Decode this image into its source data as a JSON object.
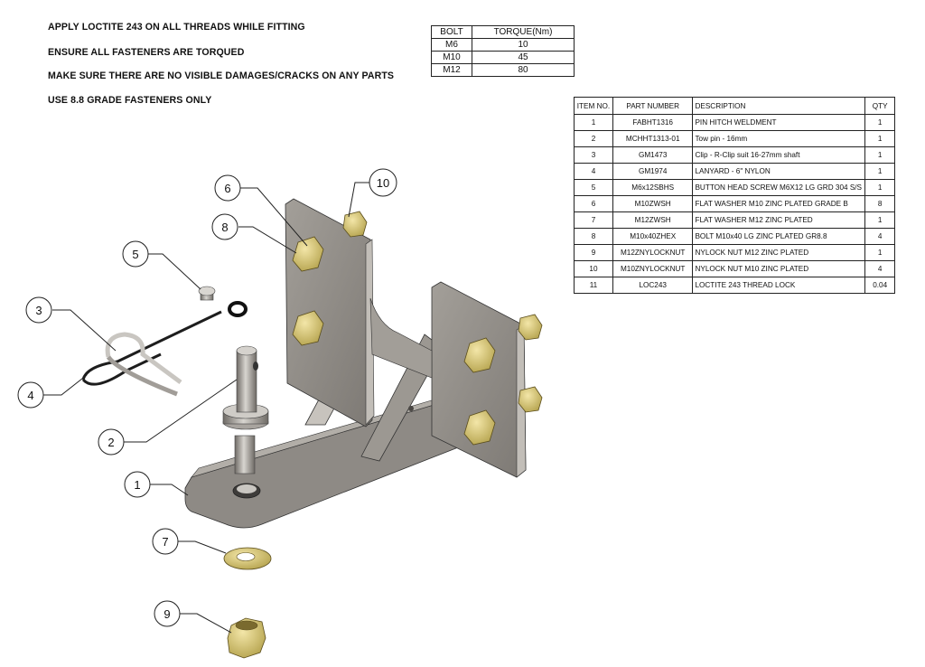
{
  "notes": [
    "APPLY LOCTITE 243 ON ALL THREADS WHILE FITTING",
    "ENSURE ALL FASTENERS ARE TORQUED",
    "MAKE SURE THERE ARE NO VISIBLE DAMAGES/CRACKS ON ANY PARTS",
    "USE 8.8 GRADE FASTENERS ONLY"
  ],
  "torque_table": {
    "headers": [
      "BOLT",
      "TORQUE(Nm)"
    ],
    "rows": [
      [
        "M6",
        "10"
      ],
      [
        "M10",
        "45"
      ],
      [
        "M12",
        "80"
      ]
    ]
  },
  "bom": {
    "headers": [
      "ITEM NO.",
      "PART NUMBER",
      "DESCRIPTION",
      "QTY"
    ],
    "rows": [
      [
        "1",
        "FABHT1316",
        "PIN HITCH WELDMENT",
        "1"
      ],
      [
        "2",
        "MCHHT1313-01",
        "Tow  pin - 16mm",
        "1"
      ],
      [
        "3",
        "GM1473",
        "Clip - R-Clip suit 16-27mm shaft",
        "1"
      ],
      [
        "4",
        "GM1974",
        "LANYARD - 6\" NYLON",
        "1"
      ],
      [
        "5",
        "M6x12SBHS",
        "BUTTON HEAD SCREW M6X12 LG GRD 304 S/S",
        "1"
      ],
      [
        "6",
        "M10ZWSH",
        "FLAT WASHER M10 ZINC PLATED GRADE B",
        "8"
      ],
      [
        "7",
        "M12ZWSH",
        "FLAT WASHER M12 ZINC PLATED",
        "1"
      ],
      [
        "8",
        "M10x40ZHEX",
        "BOLT M10x40 LG ZINC PLATED GR8.8",
        "4"
      ],
      [
        "9",
        "M12ZNYLOCKNUT",
        "NYLOCK NUT M12 ZINC PLATED",
        "1"
      ],
      [
        "10",
        "M10ZNYLOCKNUT",
        "NYLOCK NUT M10 ZINC PLATED",
        "4"
      ],
      [
        "11",
        "LOC243",
        "LOCTITE 243 THREAD LOCK",
        "0.04"
      ]
    ]
  },
  "balloons": [
    "1",
    "2",
    "3",
    "4",
    "5",
    "6",
    "7",
    "8",
    "9",
    "10"
  ],
  "colors": {
    "steel": "#8c8883",
    "steel_dark": "#6f6b66",
    "steel_light": "#b8b4ae",
    "zinc": "#d8c777",
    "zinc_dark": "#b6a44f"
  }
}
